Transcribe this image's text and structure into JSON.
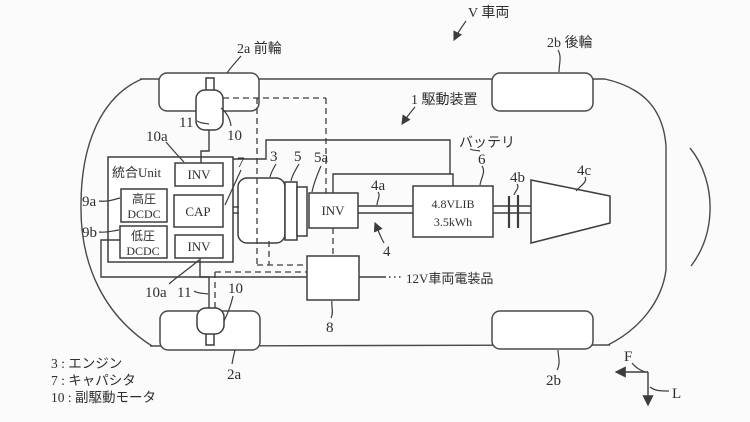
{
  "figure": {
    "type": "patent-vehicle-drive-system-diagram",
    "colors": {
      "line": "#3d3d3d",
      "background": "#fbfbfb",
      "fill": "#ffffff"
    },
    "labels": {
      "vehicle": "V 車両",
      "drive_device": "1 駆動装置",
      "front_wheel": "2a 前輪",
      "rear_wheel": "2b 後輪",
      "ref_2a_bottom": "2a",
      "ref_2b_bottom": "2b",
      "ref_3": "3",
      "ref_5": "5",
      "ref_5a": "5a",
      "ref_4": "4",
      "ref_4a": "4a",
      "ref_4b": "4b",
      "ref_4c": "4c",
      "ref_6": "6",
      "ref_7": "7",
      "ref_8": "8",
      "ref_9a": "9a",
      "ref_9b": "9b",
      "ref_10_top": "10",
      "ref_10a_top": "10a",
      "ref_11_top": "11",
      "ref_10_bottom": "10",
      "ref_10a_bottom": "10a",
      "ref_11_bottom": "11",
      "battery_name": "バッテリ",
      "aux_12v": "12V車両電装品",
      "axis_front": "F",
      "axis_left": "L"
    },
    "integrated_unit": {
      "title": "統合Unit",
      "inv_top": "INV",
      "cap": "CAP",
      "inv_bottom": "INV",
      "hv_dcdc_line1": "高圧",
      "hv_dcdc_line2": "DCDC",
      "lv_dcdc_line1": "低圧",
      "lv_dcdc_line2": "DCDC"
    },
    "inverter_5a_text": "INV",
    "battery": {
      "line1": "4.8VLIB",
      "line2": "3.5kWh"
    },
    "legend": {
      "engine": "3 : エンジン",
      "capacitor": "7 : キャパシタ",
      "sub_drive_motor": "10 : 副駆動モータ"
    }
  }
}
